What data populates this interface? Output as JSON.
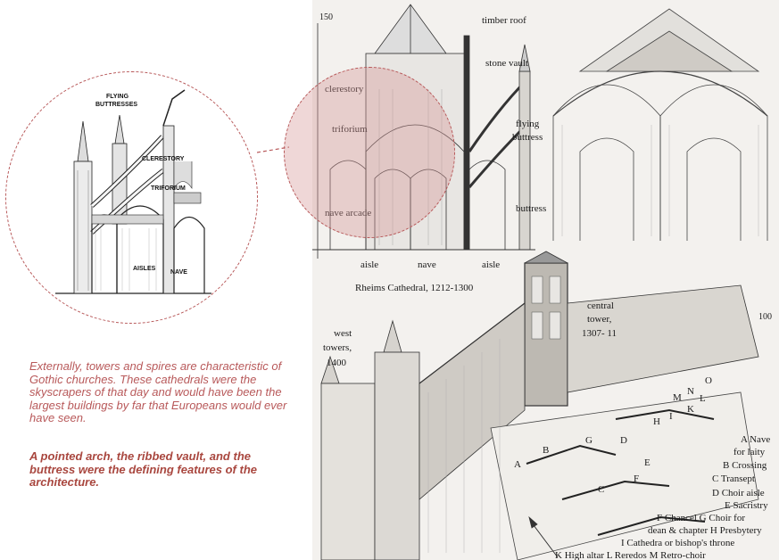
{
  "inset": {
    "labels": {
      "flying_buttresses_1": "FLYING",
      "flying_buttresses_2": "BUTTRESSES",
      "clerestory": "CLERESTORY",
      "triforium": "TRIFORIUM",
      "aisles": "AISLES",
      "nave": "NAVE"
    }
  },
  "caption": {
    "paragraph": "Externally, towers and spires are characteristic of Gothic churches. These cathedrals were the skyscrapers of that day and would have been the largest buildings by far that Europeans would ever have seen.",
    "emphasis": "A pointed arch, the ribbed vault, and the buttress were the defining features of the architecture."
  },
  "plate": {
    "page_number_left": "150",
    "page_number_right": "100",
    "labels": {
      "timber_roof": "timber roof",
      "stone_vault": "stone vault",
      "flying_buttress_1": "flying",
      "flying_buttress_2": "buttress",
      "buttress": "buttress",
      "clerestory": "clerestory",
      "triforium": "triforium",
      "nave_arcade": "nave arcade",
      "aisle_left": "aisle",
      "nave": "nave",
      "aisle_right": "aisle",
      "rheims": "Rheims Cathedral, 1212-1300",
      "central_tower_1": "central",
      "central_tower_2": "tower,",
      "central_tower_3": "1307- 11",
      "west_towers_1": "west",
      "west_towers_2": "towers,",
      "west_towers_3": "1400"
    },
    "letters": [
      "A",
      "B",
      "C",
      "D",
      "E",
      "F",
      "G",
      "H",
      "I",
      "K",
      "L",
      "M",
      "N",
      "O"
    ],
    "legend": [
      "A Nave",
      "for laity",
      "B Crossing",
      "C Transept",
      "D Choir aisle",
      "E Sacristry",
      "F Chancel G Choir for",
      "dean & chapter H Presbytery",
      "I Cathedra or bishop's throne",
      "K High altar L Reredos M Retro-choir"
    ]
  },
  "colors": {
    "accent": "#b8595a",
    "accent_dark": "#a9473f",
    "highlight_fill": "#e2b0ae"
  }
}
